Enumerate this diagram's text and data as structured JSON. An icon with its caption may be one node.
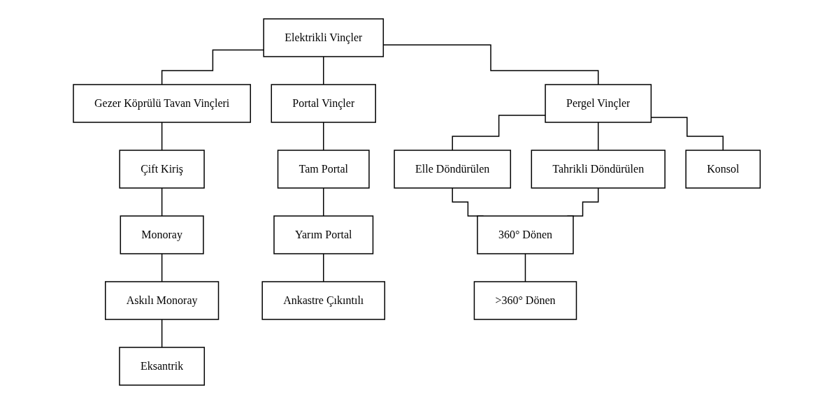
{
  "diagram": {
    "nodes": [
      {
        "text": [
          "Elektrikli Vinçler"
        ]
      },
      {
        "text": [
          "Gezer Köprülü Tavan Vinçleri"
        ]
      },
      {
        "text": [
          "Portal Vinçler"
        ]
      },
      {
        "text": [
          "Pergel Vinçler"
        ]
      },
      {
        "text": [
          "Çift Kiriş"
        ]
      },
      {
        "text": [
          "Monoray"
        ]
      },
      {
        "text": [
          "Askılı Monoray"
        ]
      },
      {
        "text": [
          "Eksantrik"
        ]
      },
      {
        "text": [
          "Tam Portal"
        ]
      },
      {
        "text": [
          "Yarım Portal"
        ]
      },
      {
        "text": [
          "Ankastre Çıkıntılı"
        ]
      },
      {
        "text": [
          "Elle Döndürülen"
        ]
      },
      {
        "text": [
          "Tahrikli Döndürülen"
        ]
      },
      {
        "text": [
          "360° Dönen"
        ]
      },
      {
        "text": [
          ">360° Dönen"
        ]
      },
      {
        "text": [
          "Konsol"
        ]
      }
    ],
    "edges": [
      {
        "from": 0,
        "to": 1,
        "arrow": "none"
      },
      {
        "from": 0,
        "to": 2,
        "arrow": "none"
      },
      {
        "from": 0,
        "to": 3,
        "arrow": "none"
      },
      {
        "from": 1,
        "to": 4,
        "arrow": "none"
      },
      {
        "from": 4,
        "to": 5,
        "arrow": "none"
      },
      {
        "from": 5,
        "to": 6,
        "arrow": "none"
      },
      {
        "from": 6,
        "to": 7,
        "arrow": "none"
      },
      {
        "from": 2,
        "to": 8,
        "arrow": "none"
      },
      {
        "from": 8,
        "to": 9,
        "arrow": "none"
      },
      {
        "from": 9,
        "to": 10,
        "arrow": "none"
      },
      {
        "from": 3,
        "to": 11,
        "arrow": "none"
      },
      {
        "from": 3,
        "to": 12,
        "arrow": "none"
      },
      {
        "from": 3,
        "to": 15,
        "arrow": "none"
      },
      {
        "from": 11,
        "to": 13,
        "arrow": "none"
      },
      {
        "from": 12,
        "to": 13,
        "arrow": "none"
      },
      {
        "from": 13,
        "to": 14,
        "arrow": "none"
      }
    ]
  }
}
